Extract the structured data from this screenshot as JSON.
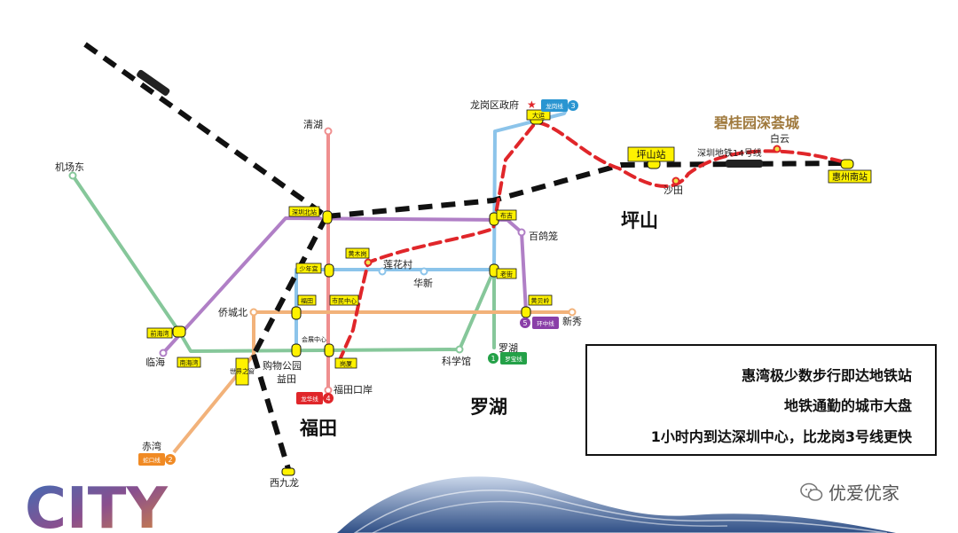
{
  "stations": {
    "qinghu": "清湖",
    "jichangdong": "机场东",
    "longgang_gov": "龙岗区政府",
    "bailu": "百鸽笼",
    "lianhuacun": "莲花村",
    "huaxin": "华新",
    "qiaochengbei": "侨城北",
    "linhai": "临海",
    "gouwugongyuan": "购物公园",
    "yitian": "益田",
    "futian_kouan": "福田口岸",
    "kexueguan": "科学馆",
    "luohu": "罗湖",
    "xinxiu": "新秀",
    "chiwan": "赤湾",
    "xijiulong": "西九龙",
    "shatian": "沙田",
    "baiyun": "白云"
  },
  "boxes": {
    "dayun": "大运",
    "pingshan_station": "坪山站",
    "huizhou_south": "惠州南站",
    "shenzhenbei": "深圳北站",
    "buji": "布吉",
    "huangmugang": "黄木岗",
    "shaoniangong": "少年宫",
    "futian": "福田",
    "shimin_zhongxin": "市民中心",
    "huizhan_zhongxin": "会展中心",
    "gangxia": "岗厦",
    "laojie": "老街",
    "huangbeiling": "黄贝岭",
    "qianhaiwan": "前海湾",
    "nanshan": "南海湾",
    "shijie_zhichuang": "世界之窗"
  },
  "badges": {
    "longgang_line": "龙岗线",
    "longhua_line": "龙华线",
    "luobao_line": "罗宝线",
    "shekou_line": "蛇口线",
    "huanzhong_line": "环中线",
    "line3": "3",
    "line4": "4",
    "line1": "1",
    "line2": "2",
    "line5": "5"
  },
  "labels": {
    "line14": "深圳地铁14号线",
    "brand": "碧桂园深荟城",
    "district_pingshan": "坪山",
    "district_luohu": "罗湖",
    "district_futian": "福田",
    "city_deco": "CITY"
  },
  "info": {
    "line1": "惠湾极少数步行即达地铁站",
    "line2": "地铁通勤的城市大盘",
    "line3": "1小时内到达深圳中心，比龙岗3号线更快"
  },
  "watermark": {
    "text": "优爱优家"
  },
  "colors": {
    "line1": "#86c79a",
    "line2": "#f2b27a",
    "line3": "#8cc4ea",
    "line4": "#ef8f8f",
    "line5": "#b07fc6",
    "line14": "#e0262a",
    "badge_green": "#24a148",
    "badge_red": "#e0262a",
    "badge_orange": "#f08a24",
    "badge_purple": "#8a3fa8",
    "badge_blue": "#2a95d1",
    "box_yellow": "#fff200"
  }
}
